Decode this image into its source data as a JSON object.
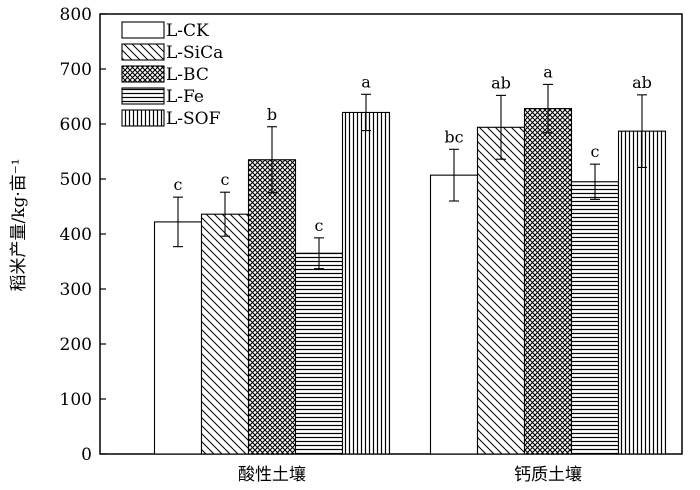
{
  "chart_data": {
    "type": "bar",
    "title": "",
    "xlabel": "",
    "ylabel": "稻米产量/kg·亩⁻¹",
    "ylim": [
      0,
      800
    ],
    "y_ticks": [
      0,
      100,
      200,
      300,
      400,
      500,
      600,
      700,
      800
    ],
    "categories": [
      "酸性土壤",
      "钙质土壤"
    ],
    "legend_position": "top-left",
    "grid": false,
    "series": [
      {
        "name": "L-CK",
        "pattern": "none",
        "values": [
          422,
          507
        ],
        "errors": [
          45,
          47
        ],
        "letters": [
          "c",
          "bc"
        ]
      },
      {
        "name": "L-SiCa",
        "pattern": "diagonal",
        "values": [
          436,
          594
        ],
        "errors": [
          40,
          58
        ],
        "letters": [
          "c",
          "ab"
        ]
      },
      {
        "name": "L-BC",
        "pattern": "crosshatch",
        "values": [
          535,
          628
        ],
        "errors": [
          60,
          44
        ],
        "letters": [
          "b",
          "a"
        ]
      },
      {
        "name": "L-Fe",
        "pattern": "horizontal",
        "values": [
          365,
          495
        ],
        "errors": [
          28,
          32
        ],
        "letters": [
          "c",
          "c"
        ]
      },
      {
        "name": "L-SOF",
        "pattern": "vertical",
        "values": [
          621,
          587
        ],
        "errors": [
          33,
          66
        ],
        "letters": [
          "a",
          "ab"
        ]
      }
    ]
  }
}
